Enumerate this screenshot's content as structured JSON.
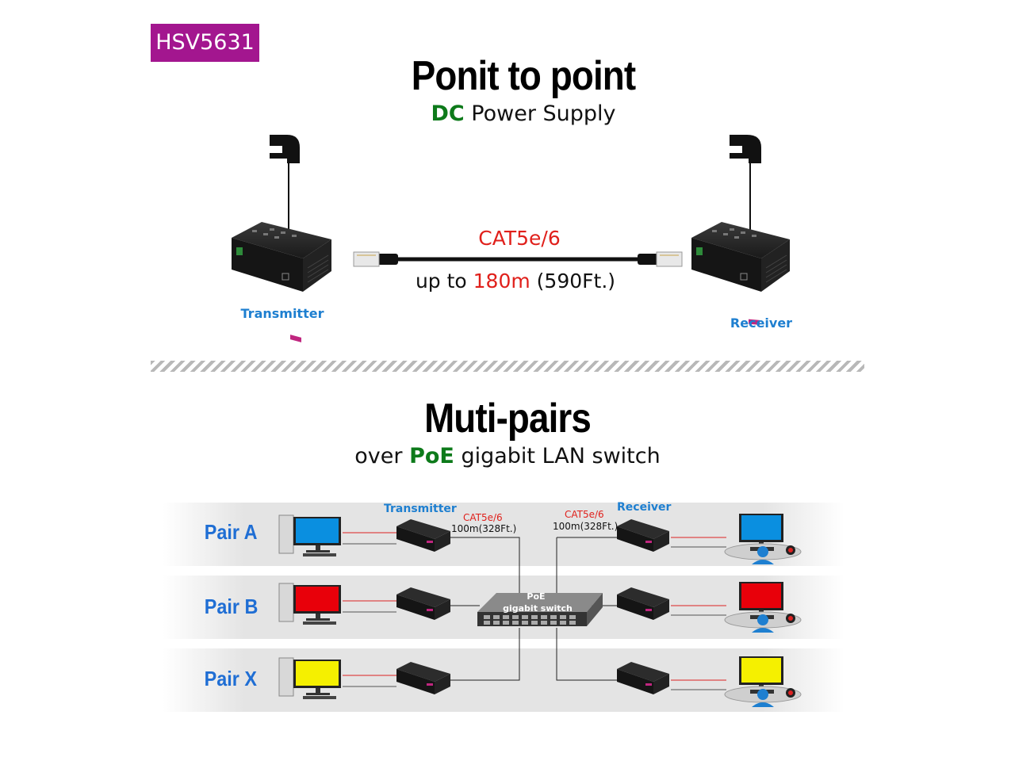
{
  "badge": "HSV5631",
  "section1": {
    "title": "Ponit to point",
    "subtitle_highlight": "DC",
    "subtitle_rest": " Power Supply",
    "cable_label": "CAT5e/6",
    "distance_prefix": "up to ",
    "distance_value": "180m",
    "distance_suffix": " (590Ft.)",
    "transmitter_label": "Transmitter",
    "receiver_label": "Receiver"
  },
  "section2": {
    "title": "Muti-pairs",
    "subtitle_prefix": "over ",
    "subtitle_highlight": "PoE",
    "subtitle_rest": " gigabit LAN switch",
    "transmitter_label": "Transmitter",
    "receiver_label": "Receiver",
    "cable_left": "CAT5e/6",
    "distance_left": "100m(328Ft.)",
    "cable_right": "CAT5e/6",
    "distance_right": "100m(328Ft.)",
    "switch_line1": "PoE",
    "switch_line2": "gigabit switch",
    "pairs": [
      {
        "label": "Pair A",
        "color": "#0a8fe0"
      },
      {
        "label": "Pair B",
        "color": "#e8000a"
      },
      {
        "label": "Pair X",
        "color": "#f5f000"
      }
    ]
  },
  "colors": {
    "badge": "#a3168f",
    "green": "#0d7a1a",
    "red": "#e0201b",
    "blue": "#1e7fd0"
  }
}
